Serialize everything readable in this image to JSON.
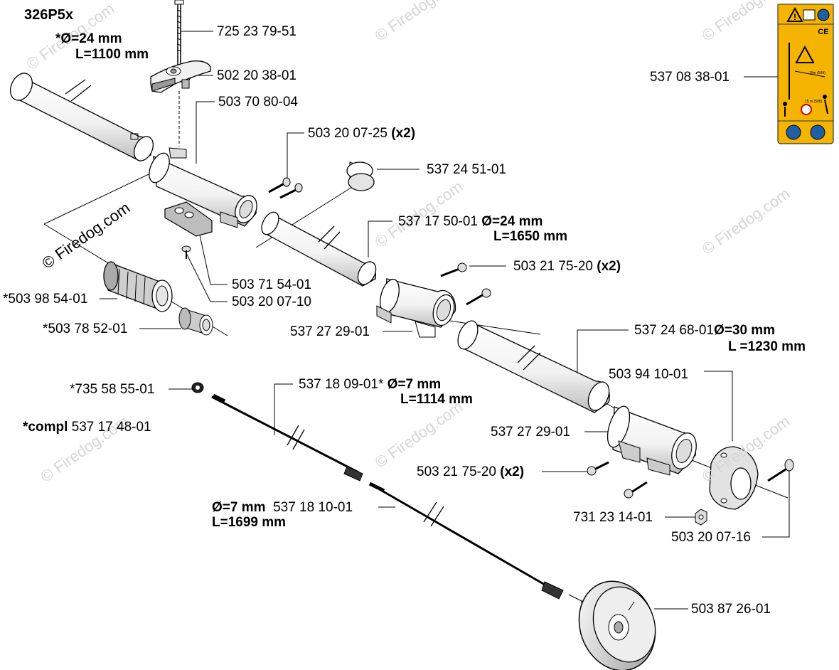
{
  "model": "326P5x",
  "watermark": "© Firedog.com",
  "parts": {
    "p725_23_79_51": "725 23 79-51",
    "p502_20_38_01": "502 20 38-01",
    "p503_70_80_04": "503 70 80-04",
    "p503_20_07_25": "503 20 07-25",
    "p537_24_51_01": "537 24 51-01",
    "p537_17_50_01": "537 17 50-01",
    "p503_21_75_20_a": "503 21 75-20",
    "p503_71_54_01": "503 71 54-01",
    "p503_20_07_10": "503 20 07-10",
    "p503_98_54_01": "*503 98 54-01",
    "p503_78_52_01": "*503 78 52-01",
    "p537_27_29_01_a": "537 27 29-01",
    "p537_24_68_01": "537 24 68-01",
    "p503_94_10_01": "503 94 10-01",
    "p537_27_29_01_b": "537 27 29-01",
    "p503_21_75_20_b": "503 21 75-20",
    "p735_58_55_01": "*735 58 55-01",
    "p537_18_09_01": "537 18 09-01*",
    "compl_label": "*compl",
    "p537_17_48_01": "537 17 48-01",
    "p537_18_10_01": "537 18 10-01",
    "p731_23_14_01": "731 23 14-01",
    "p503_20_07_16": "503 20 07-16",
    "p503_87_26_01": "503 87 26-01",
    "p537_08_38_01": "537 08 38-01"
  },
  "qty_x2": "(x2)",
  "specs": {
    "tube_top_d": "*Ø=24 mm",
    "tube_top_l": "L=1100 mm",
    "tube_mid_d": "Ø=24 mm",
    "tube_mid_l": "L=1650 mm",
    "tube_low_d": "Ø=30 mm",
    "tube_low_l": "L =1230 mm",
    "shaft1_d": "Ø=7 mm",
    "shaft1_l": "L=1114 mm",
    "shaft2_d": "Ø=7 mm",
    "shaft2_l": "L=1699 mm"
  },
  "decal_text": {
    "ce": "CE",
    "distance_1": "15m (50ft)",
    "distance_2": "15 m (50ft)"
  },
  "colors": {
    "decal_yellow": "#f5b400",
    "line": "#000000",
    "part_fill": "#ffffff",
    "shade": "#cfcfcf",
    "watermark": "#d6d6d6"
  }
}
